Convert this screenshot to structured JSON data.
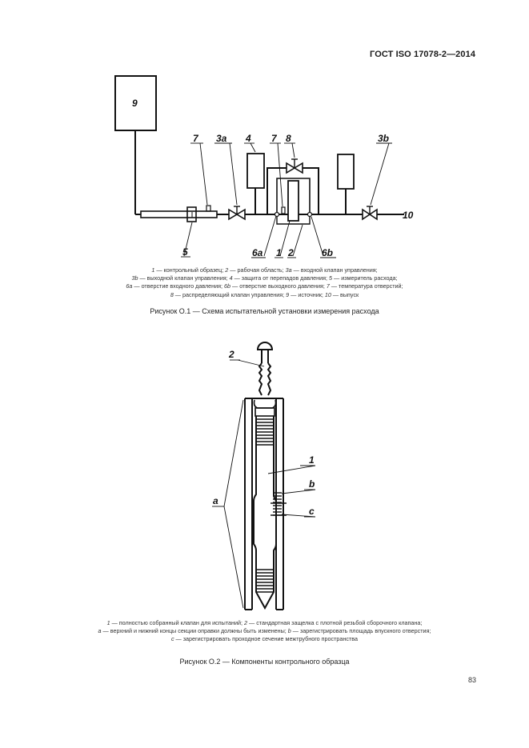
{
  "header": {
    "standard": "ГОСТ ISO 17078-2—2014"
  },
  "figure1": {
    "labels": {
      "source": "9",
      "temp1": "7",
      "valve_in": "3a",
      "protection": "4",
      "temp2": "7",
      "distributor": "8",
      "valve_out": "3b",
      "outlet": "10",
      "flowmeter": "5",
      "inlet_port": "6a",
      "sample": "1",
      "work_area": "2",
      "outlet_port": "6b"
    },
    "legend": [
      [
        {
          "k": "1",
          "t": " — контрольный образец; "
        },
        {
          "k": "2",
          "t": " — рабочая область; "
        },
        {
          "k": "3a",
          "t": " — входной клапан управления;"
        }
      ],
      [
        {
          "k": "3b",
          "t": " — выходной клапан управления; "
        },
        {
          "k": "4",
          "t": " — защита от перепадов давления; "
        },
        {
          "k": "5",
          "t": " — измеритель расхода;"
        }
      ],
      [
        {
          "k": "6a",
          "t": " — отверстие входного давления; "
        },
        {
          "k": "6b",
          "t": " — отверстие выходного давления; "
        },
        {
          "k": "7",
          "t": " — температура отверстий;"
        }
      ],
      [
        {
          "k": "8",
          "t": " — распределяющий клапан управления; "
        },
        {
          "k": "9",
          "t": " — источник; "
        },
        {
          "k": "10",
          "t": " — выпуск"
        }
      ]
    ],
    "caption": "Рисунок О.1 — Схема испытательной установки измерения расхода"
  },
  "figure2": {
    "labels": {
      "latch": "2",
      "valve": "1",
      "b": "b",
      "c": "c",
      "a": "a"
    },
    "legend": [
      [
        {
          "k": "1",
          "t": " — полностью собранный клапан для испытаний; "
        },
        {
          "k": "2",
          "t": " — стандартная защелка с плотной резьбой сборочного клапана;"
        }
      ],
      [
        {
          "k": "a",
          "t": " — верхний и нижний концы секции оправки должны быть изменены; "
        },
        {
          "k": "b",
          "t": " — зарегистрировать площадь впускного отверстия;"
        }
      ],
      [
        {
          "k": "c",
          "t": " — зарегистрировать проходное сечение межтрубного пространства"
        }
      ]
    ],
    "caption": "Рисунок О.2 — Компоненты контрольного образца"
  },
  "footer": {
    "page_number": "83"
  }
}
